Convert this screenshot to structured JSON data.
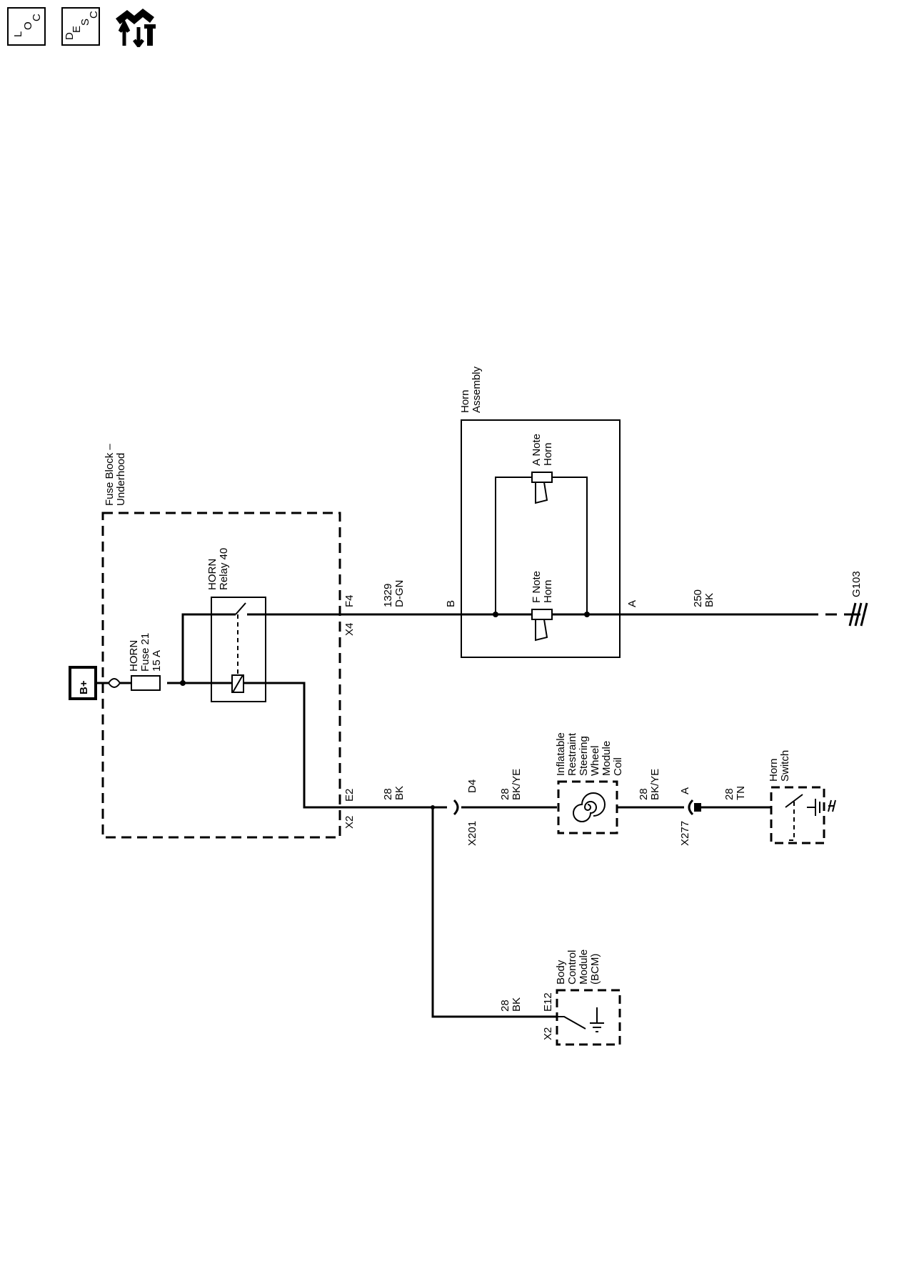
{
  "toolbar": {
    "loc_letters": [
      "L",
      "O",
      "C"
    ],
    "desc_letters": [
      "D",
      "E",
      "S",
      "C"
    ],
    "icons": [
      "loc-button-icon",
      "desc-button-icon",
      "harness-routing-icon"
    ]
  },
  "components": {
    "battery": "B+",
    "fuse_block": [
      "Fuse Block –",
      "Underhood"
    ],
    "fuse": [
      "HORN",
      "Fuse 21",
      "15 A"
    ],
    "relay": [
      "HORN",
      "Relay 40"
    ],
    "horn_assembly": [
      "Horn",
      "Assembly"
    ],
    "a_note_horn": [
      "A Note",
      "Horn"
    ],
    "f_note_horn": [
      "F Note",
      "Horn"
    ],
    "coil": [
      "Inflatable",
      "Restraint",
      "Steering",
      "Wheel",
      "Module",
      "Coil"
    ],
    "horn_switch": [
      "Horn",
      "Switch"
    ],
    "bcm": [
      "Body",
      "Control",
      "Module",
      "(BCM)"
    ],
    "ground": "G103"
  },
  "pins": {
    "f4": "F4",
    "x4": "X4",
    "e2": "E2",
    "x2_fb": "X2",
    "horn_b": "B",
    "horn_a": "A",
    "d4": "D4",
    "x201": "X201",
    "sw_a": "A",
    "x277": "X277",
    "e12": "E12",
    "x2_bcm": "X2"
  },
  "wires": {
    "w1329": [
      "1329",
      "D-GN"
    ],
    "w250": [
      "250",
      "BK"
    ],
    "w28_a": [
      "28",
      "BK"
    ],
    "w28_b": [
      "28",
      "BK/YE"
    ],
    "w28_c": [
      "28",
      "BK/YE"
    ],
    "w28_d": [
      "28",
      "TN"
    ],
    "w28_e": [
      "28",
      "BK"
    ]
  }
}
